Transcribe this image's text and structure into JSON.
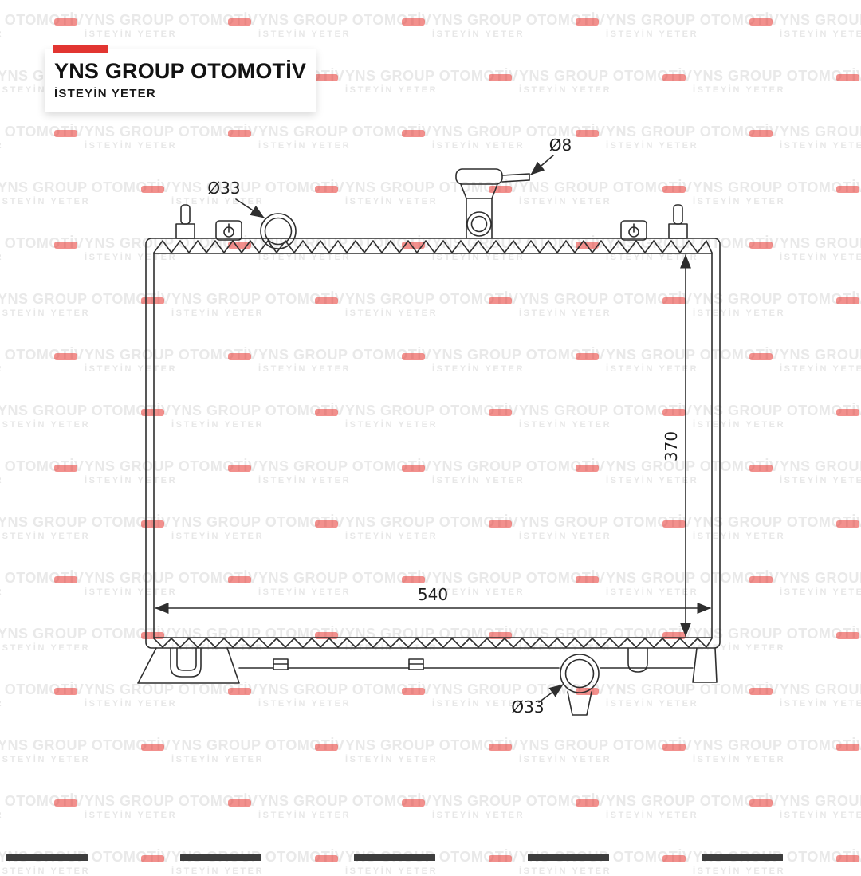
{
  "brand": {
    "name": "YNS GROUP OTOMOTİV",
    "tagline": "İSTEYİN YETER",
    "accent_color": "#e23531"
  },
  "watermark": {
    "line1": "YNS GROUP OTOMOTİV",
    "line2": "İSTEYİN YETER"
  },
  "diagram": {
    "type": "technical-drawing",
    "subject": "automotive radiator front view",
    "labels": {
      "inlet_diameter": "Ø33",
      "overflow_pipe_diameter": "Ø8",
      "core_height": "370",
      "core_width": "540",
      "outlet_diameter": "Ø33"
    }
  }
}
